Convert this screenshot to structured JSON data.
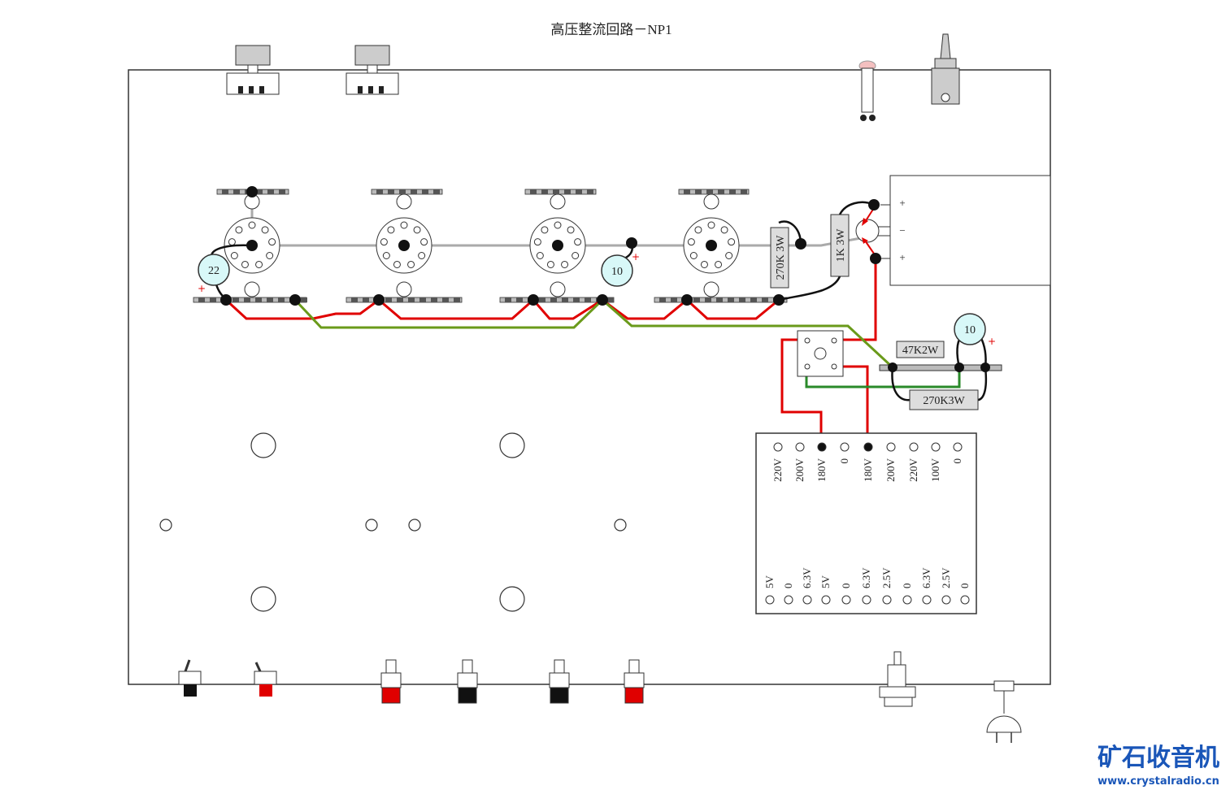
{
  "title": "高压整流回路－NP1",
  "resistors": {
    "r270k3w_v": "270K 3W",
    "r1k3w_v": "1K 3W",
    "r47k2w": "47K2W",
    "r270k3w_h": "270K3W"
  },
  "capacitors": {
    "c22": "22",
    "c10_mid": "10",
    "c10_right": "10",
    "plus": "+"
  },
  "bridge": {
    "plus_top": "+",
    "minus": "−",
    "plus_bottom": "+"
  },
  "transformer": {
    "top_taps": [
      "220V",
      "200V",
      "180V",
      "0",
      "180V",
      "200V",
      "220V",
      "100V",
      "0"
    ],
    "bottom_taps": [
      "5V",
      "0",
      "6.3V",
      "5V",
      "0",
      "6.3V",
      "2.5V",
      "0",
      "6.3V",
      "2.5V",
      "0"
    ]
  },
  "watermark": {
    "brand": "矿石收音机",
    "url": "www.crystalradio.cn"
  },
  "colors": {
    "red_wire": "#e00000",
    "green_wire": "#6a9a1a",
    "gray_wire": "#aaaaaa",
    "cap_fill": "#d8f8f8",
    "brand_blue": "#1a56b8"
  }
}
